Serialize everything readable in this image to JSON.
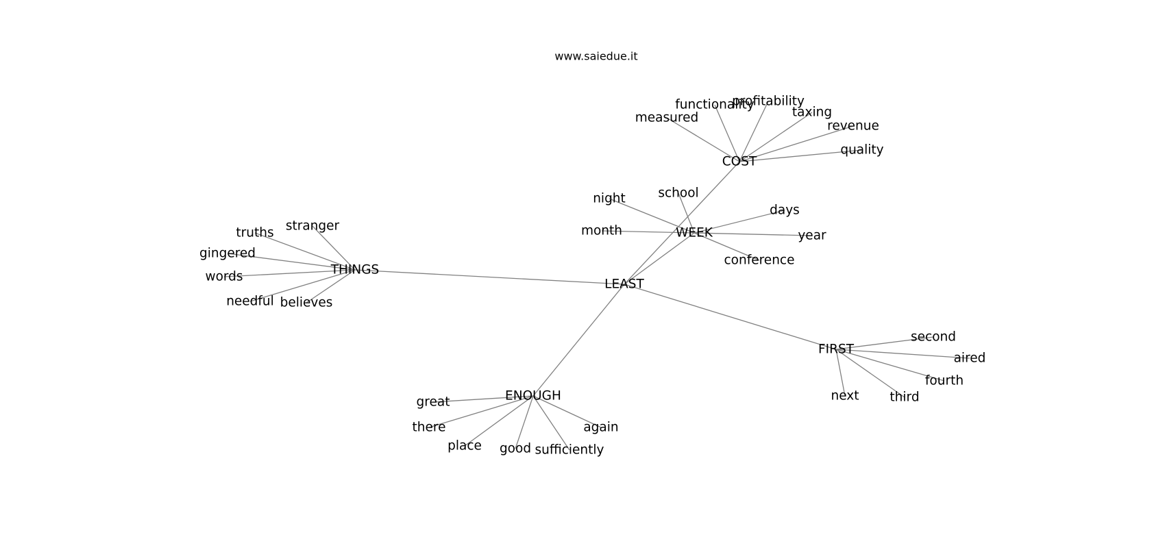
{
  "title": "www.saiedue.it",
  "graph": {
    "nodes": [
      {
        "id": "least",
        "label": "LEAST"
      },
      {
        "id": "things",
        "label": "THINGS"
      },
      {
        "id": "cost",
        "label": "COST"
      },
      {
        "id": "week",
        "label": "WEEK"
      },
      {
        "id": "first",
        "label": "FIRST"
      },
      {
        "id": "enough",
        "label": "ENOUGH"
      },
      {
        "id": "stranger",
        "label": "stranger"
      },
      {
        "id": "truths",
        "label": "truths"
      },
      {
        "id": "gingered",
        "label": "gingered"
      },
      {
        "id": "words",
        "label": "words"
      },
      {
        "id": "needful",
        "label": "needful"
      },
      {
        "id": "believes",
        "label": "believes"
      },
      {
        "id": "functionality",
        "label": "functionality"
      },
      {
        "id": "profitability",
        "label": "profitability"
      },
      {
        "id": "measured",
        "label": "measured"
      },
      {
        "id": "taxing",
        "label": "taxing"
      },
      {
        "id": "revenue",
        "label": "revenue"
      },
      {
        "id": "quality",
        "label": "quality"
      },
      {
        "id": "night",
        "label": "night"
      },
      {
        "id": "school",
        "label": "school"
      },
      {
        "id": "days",
        "label": "days"
      },
      {
        "id": "month",
        "label": "month"
      },
      {
        "id": "year",
        "label": "year"
      },
      {
        "id": "conference",
        "label": "conference"
      },
      {
        "id": "second",
        "label": "second"
      },
      {
        "id": "aired",
        "label": "aired"
      },
      {
        "id": "fourth",
        "label": "fourth"
      },
      {
        "id": "next",
        "label": "next"
      },
      {
        "id": "third",
        "label": "third"
      },
      {
        "id": "great",
        "label": "great"
      },
      {
        "id": "there",
        "label": "there"
      },
      {
        "id": "place",
        "label": "place"
      },
      {
        "id": "good",
        "label": "good"
      },
      {
        "id": "sufficiently",
        "label": "sufficiently"
      },
      {
        "id": "again",
        "label": "again"
      }
    ],
    "edges": [
      [
        "least",
        "things"
      ],
      [
        "least",
        "cost"
      ],
      [
        "least",
        "week"
      ],
      [
        "least",
        "first"
      ],
      [
        "least",
        "enough"
      ],
      [
        "things",
        "stranger"
      ],
      [
        "things",
        "truths"
      ],
      [
        "things",
        "gingered"
      ],
      [
        "things",
        "words"
      ],
      [
        "things",
        "needful"
      ],
      [
        "things",
        "believes"
      ],
      [
        "cost",
        "functionality"
      ],
      [
        "cost",
        "profitability"
      ],
      [
        "cost",
        "measured"
      ],
      [
        "cost",
        "taxing"
      ],
      [
        "cost",
        "revenue"
      ],
      [
        "cost",
        "quality"
      ],
      [
        "week",
        "night"
      ],
      [
        "week",
        "school"
      ],
      [
        "week",
        "days"
      ],
      [
        "week",
        "month"
      ],
      [
        "week",
        "year"
      ],
      [
        "week",
        "conference"
      ],
      [
        "first",
        "second"
      ],
      [
        "first",
        "aired"
      ],
      [
        "first",
        "fourth"
      ],
      [
        "first",
        "next"
      ],
      [
        "first",
        "third"
      ],
      [
        "enough",
        "great"
      ],
      [
        "enough",
        "there"
      ],
      [
        "enough",
        "place"
      ],
      [
        "enough",
        "good"
      ],
      [
        "enough",
        "sufficiently"
      ],
      [
        "enough",
        "again"
      ]
    ]
  }
}
